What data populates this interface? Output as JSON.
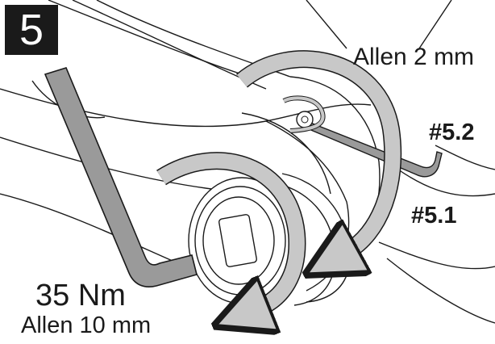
{
  "step": {
    "number": "5"
  },
  "labels": {
    "small_tool": "Allen 2 mm",
    "step_5_2": "#5.2",
    "step_5_1": "#5.1",
    "torque": "35 Nm",
    "large_tool": "Allen 10 mm"
  },
  "icons": {
    "large_key": "allen-key-10mm",
    "small_key": "allen-key-2mm",
    "rotation_arrows": "counterclockwise-arrow"
  },
  "colors": {
    "line": "#1a1a1a",
    "arrow_fill": "#c8c8c8",
    "key_fill": "#9a9a9a",
    "badge_background": "#1a1a1a",
    "badge_text": "#ffffff"
  }
}
